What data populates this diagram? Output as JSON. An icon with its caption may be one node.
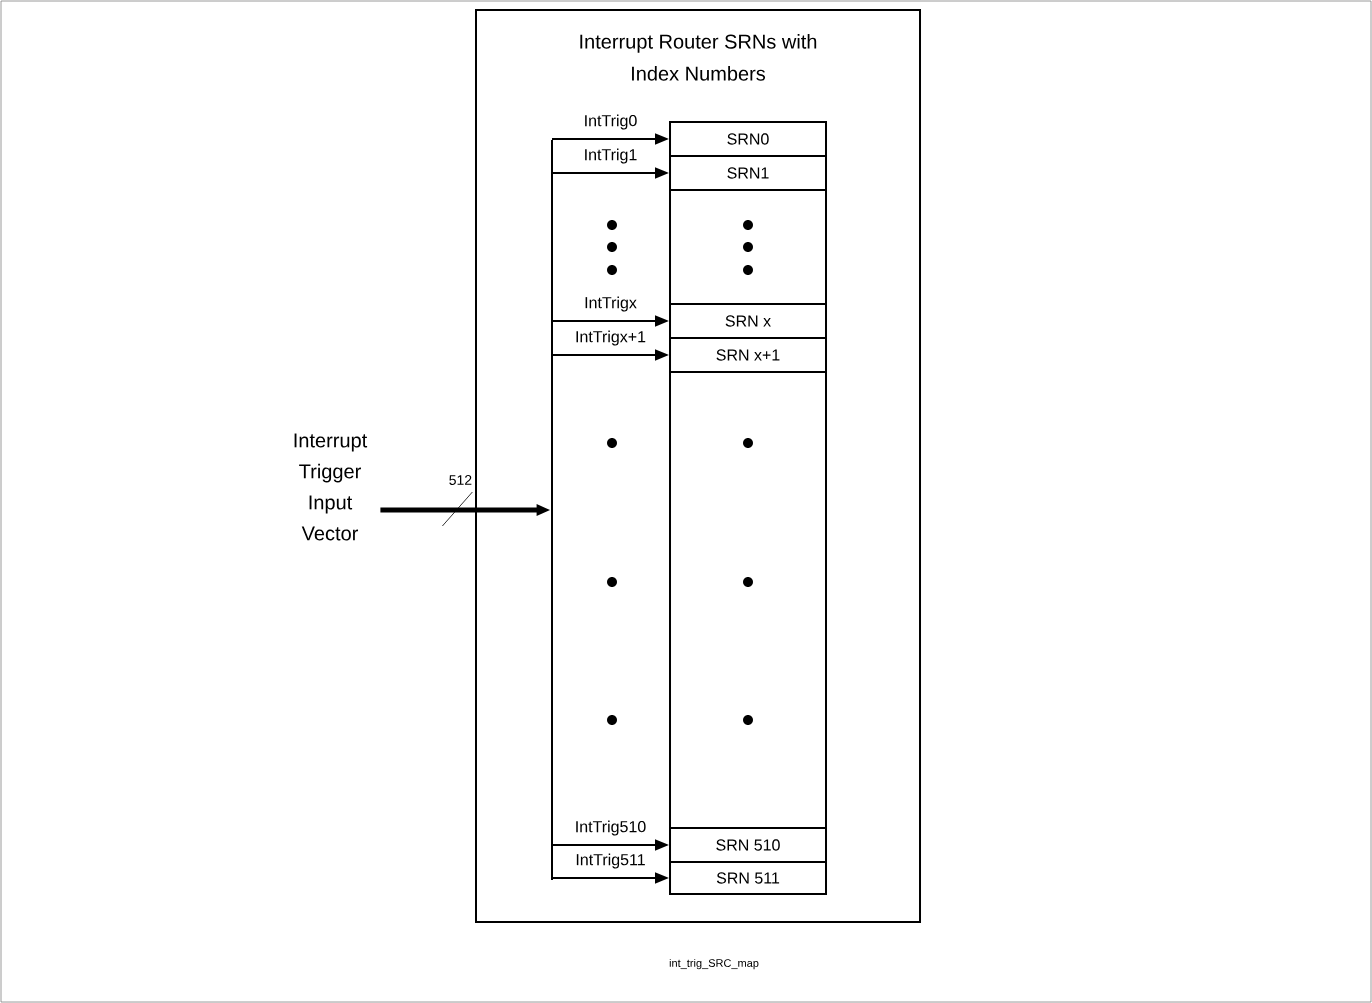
{
  "diagram": {
    "nodes": [
      {
        "text": [
          "Interrupt Router SRNs with Index Numbers"
        ]
      },
      {
        "text": [],
        "shape": "bar",
        "in": 0
      },
      {
        "text": [],
        "shape": "box",
        "in": 0
      },
      {
        "text": [
          "SRN0"
        ],
        "in": 2
      },
      {
        "text": [
          "SRN1"
        ],
        "in": 2
      },
      {
        "text": [
          "SRN x"
        ],
        "in": 2
      },
      {
        "text": [
          "SRN x+1"
        ],
        "in": 2
      },
      {
        "text": [
          "SRN 510"
        ],
        "in": 2
      },
      {
        "text": [
          "SRN 511"
        ],
        "in": 2
      },
      {
        "text": [
          "Interrupt Trigger Input Vector"
        ]
      }
    ],
    "edges": [
      {
        "from": 9,
        "to": 1,
        "arrow": "to",
        "label": "512",
        "style": "thick"
      },
      {
        "from": 1,
        "to": 3,
        "arrow": "to",
        "label": "IntTrig0"
      },
      {
        "from": 1,
        "to": 4,
        "arrow": "to",
        "label": "IntTrig1"
      },
      {
        "from": 1,
        "to": 5,
        "arrow": "to",
        "label": "IntTrigx"
      },
      {
        "from": 1,
        "to": 6,
        "arrow": "to",
        "label": "IntTrigx+1"
      },
      {
        "from": 1,
        "to": 7,
        "arrow": "to",
        "label": "IntTrig510"
      },
      {
        "from": 1,
        "to": 8,
        "arrow": "to",
        "label": "IntTrig511"
      }
    ],
    "labels": [
      "int_trig_SRC_map"
    ]
  }
}
